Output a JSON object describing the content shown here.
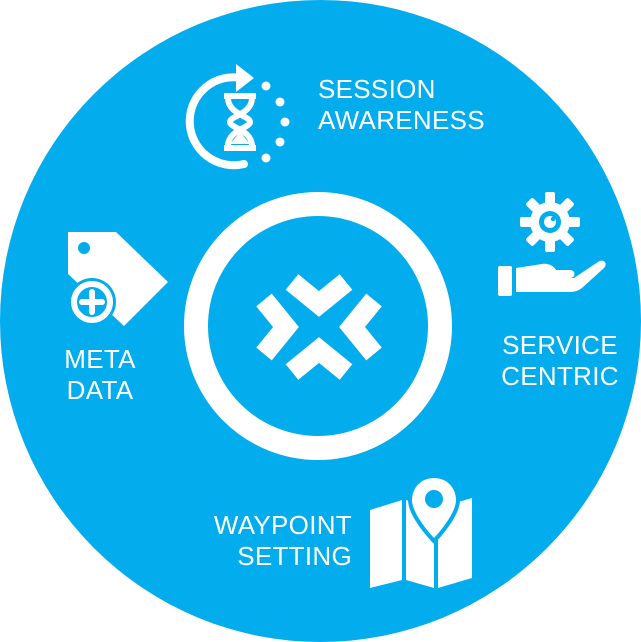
{
  "diagram": {
    "colors": {
      "background": "#03acec",
      "foreground": "#ffffff"
    },
    "center": {
      "icon": "arrows-converging-logo-icon"
    },
    "nodes": [
      {
        "key": "session",
        "icon": "hourglass-refresh-icon",
        "lines": [
          "SESSION",
          "AWARENESS"
        ]
      },
      {
        "key": "service",
        "icon": "hand-gear-icon",
        "lines": [
          "SERVICE",
          "CENTRIC"
        ]
      },
      {
        "key": "meta",
        "icon": "tag-plus-icon",
        "lines": [
          "META",
          "DATA"
        ]
      },
      {
        "key": "waypoint",
        "icon": "map-pin-icon",
        "lines": [
          "WAYPOINT",
          "SETTING"
        ]
      }
    ]
  }
}
